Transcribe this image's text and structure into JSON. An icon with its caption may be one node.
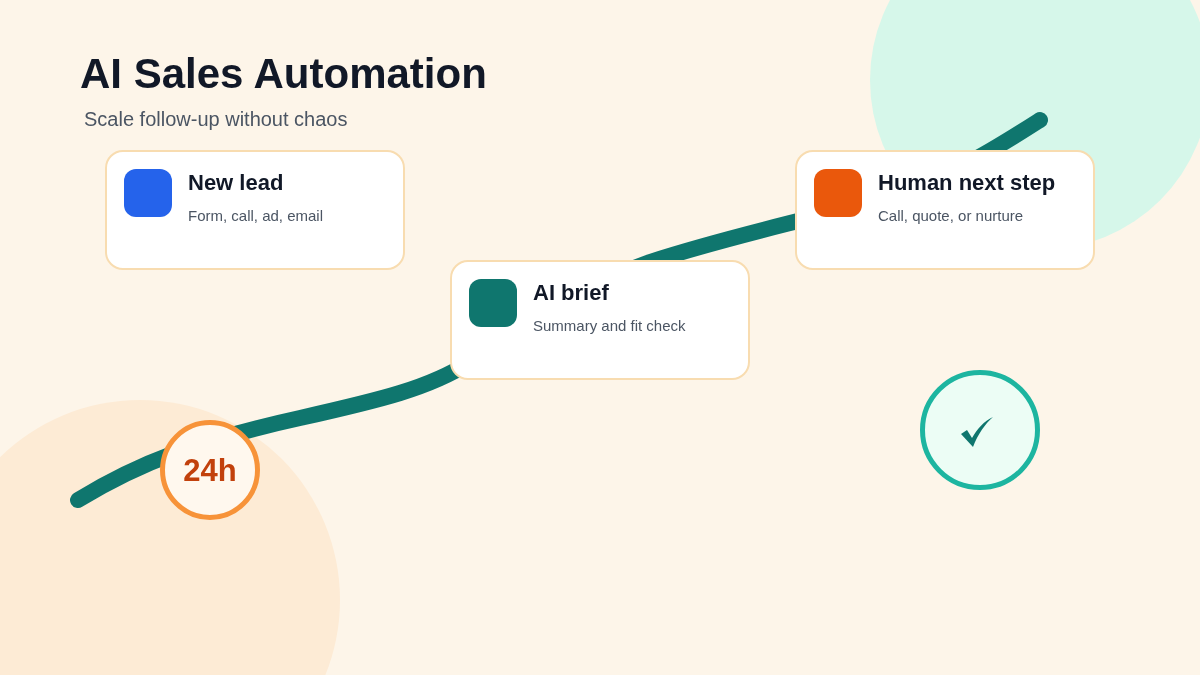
{
  "diagram": {
    "title": "AI Sales Automation",
    "nodes": [
      {
        "text": [
          "New lead",
          "Form, call, ad, email"
        ]
      },
      {
        "text": [
          "AI brief",
          "Summary and fit check"
        ]
      },
      {
        "text": [
          "Human next step",
          "Call, quote, or nurture"
        ]
      },
      {
        "text": [
          "24h"
        ]
      },
      {
        "text": [],
        "shape": "circle"
      }
    ],
    "labels": [
      "Scale follow-up without chaos"
    ]
  }
}
